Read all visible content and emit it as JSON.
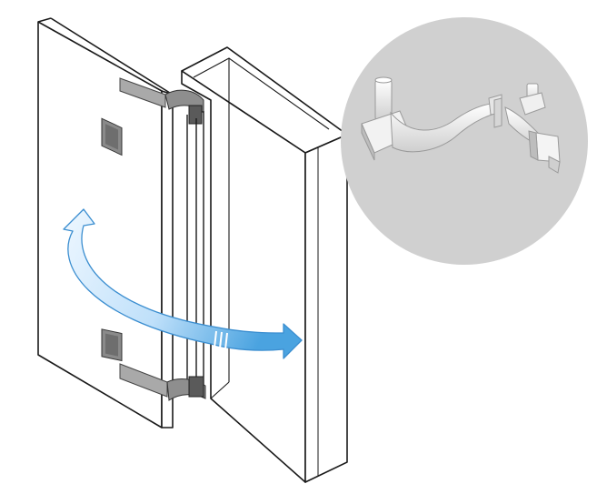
{
  "figure": {
    "subject": "cabinet-door-with-concealed-swing-hinge",
    "parts": [
      "door-panel",
      "cabinet-body",
      "upper-hinge",
      "lower-hinge",
      "swing-arrow",
      "hinge-detail-inset"
    ],
    "colors": {
      "outline": "#1a1a1a",
      "panel": "#ffffff",
      "hinge_metal": "#9a9a9a",
      "hinge_dark": "#555555",
      "arrow_fill": "#5aaee6",
      "arrow_light": "#dcefff",
      "arrow_stroke": "#3b8ed0",
      "inset_bg": "#d0d0d0",
      "part_white": "#f4f4f4",
      "part_shadow": "#a9a9a9"
    }
  }
}
